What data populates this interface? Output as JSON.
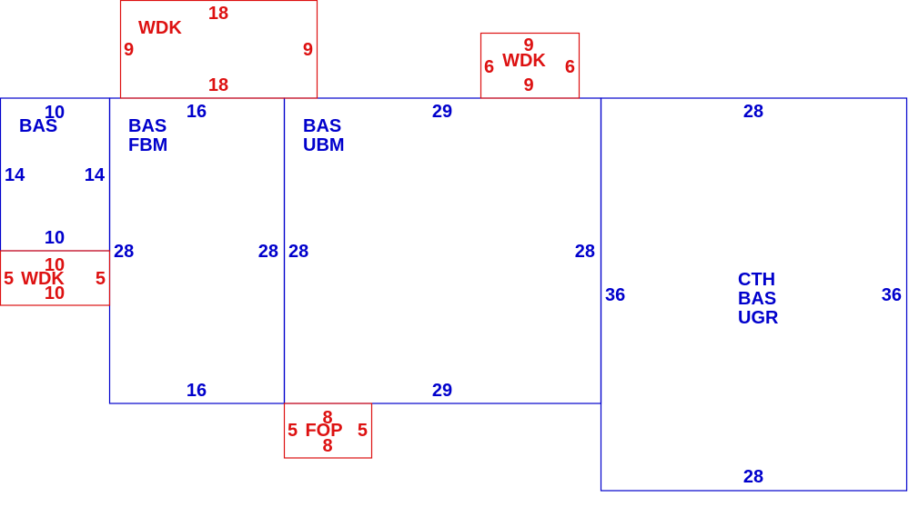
{
  "colors": {
    "main_area": "#0000cc",
    "addition": "#dd1111"
  },
  "areas": {
    "bas_left": {
      "labels": [
        "BAS"
      ],
      "top": "10",
      "bottom": "10",
      "left": "14",
      "right": "14"
    },
    "bas_fbm": {
      "labels": [
        "BAS",
        "FBM"
      ],
      "top": "16",
      "bottom": "16",
      "left": "28",
      "right": "28"
    },
    "bas_ubm": {
      "labels": [
        "BAS",
        "UBM"
      ],
      "top": "29",
      "bottom": "29",
      "left": "28",
      "right": "28"
    },
    "cth_bas_ugr": {
      "labels": [
        "CTH",
        "BAS",
        "UGR"
      ],
      "top": "28",
      "bottom": "28",
      "left": "36",
      "right": "36"
    }
  },
  "additions": {
    "wdk_top_left": {
      "label": "WDK",
      "top": "18",
      "bottom": "18",
      "left": "9",
      "right": "9"
    },
    "wdk_top_mid": {
      "label": "WDK",
      "top": "9",
      "bottom": "9",
      "left": "6",
      "right": "6"
    },
    "wdk_left": {
      "label": "WDK",
      "top": "10",
      "bottom": "10",
      "left": "5",
      "right": "5"
    },
    "fop": {
      "label": "FOP",
      "top": "8",
      "bottom": "8",
      "left": "5",
      "right": "5"
    }
  }
}
